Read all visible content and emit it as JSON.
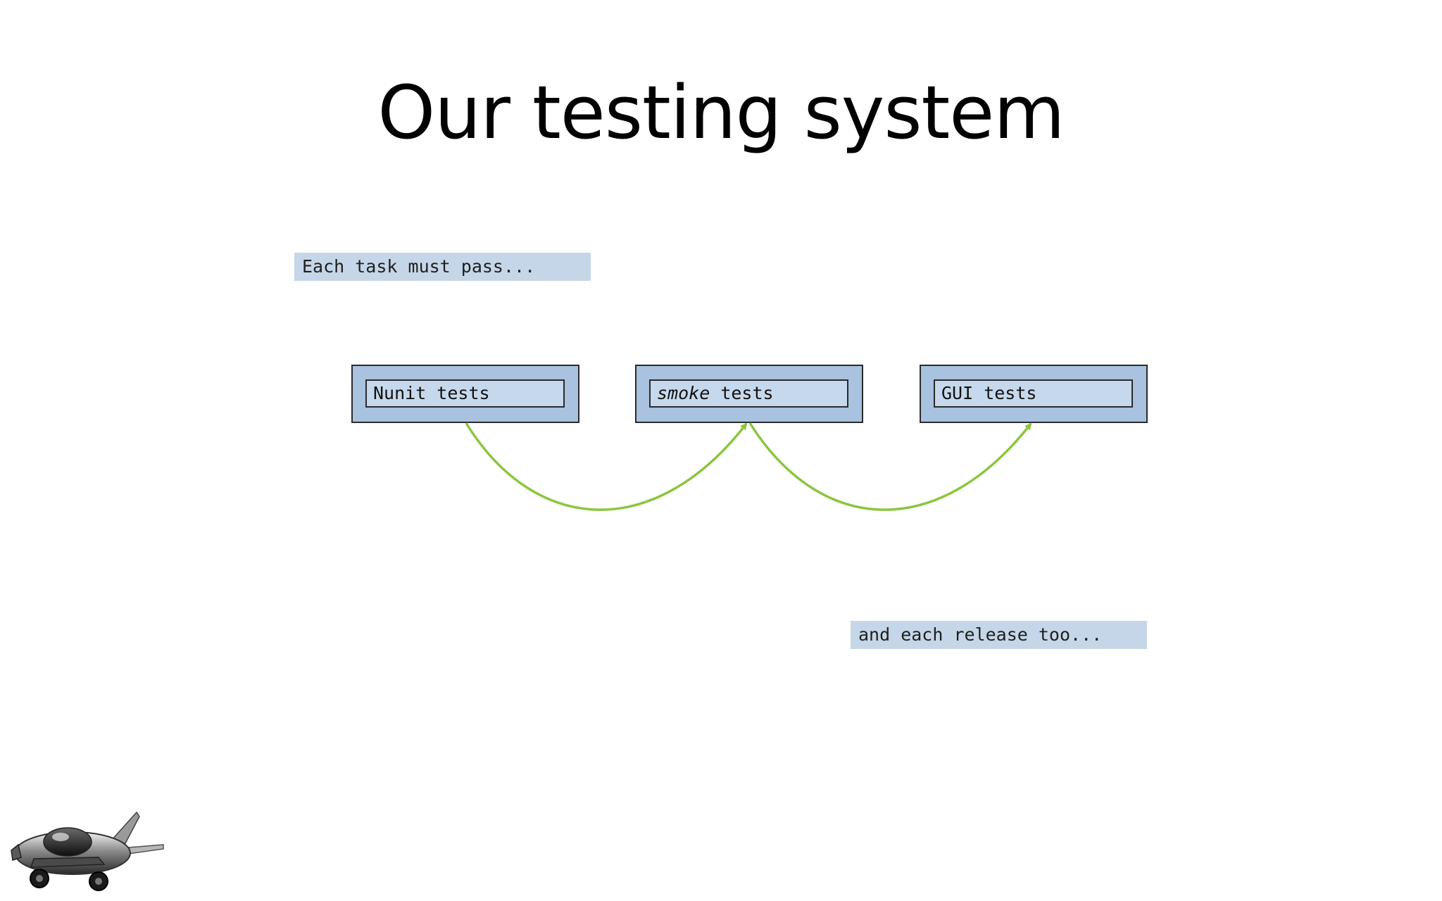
{
  "title": "Our testing system",
  "notes": {
    "top": "Each task must pass...",
    "bottom": "and each release too..."
  },
  "stages": [
    {
      "label_em": "",
      "label_rest": "Nunit tests"
    },
    {
      "label_em": "smoke",
      "label_rest": " tests"
    },
    {
      "label_em": "",
      "label_rest": "GUI tests"
    }
  ],
  "colors": {
    "box_fill": "#a8c2df",
    "inner_fill": "#c6d8ec",
    "note_fill": "#c5d6e8",
    "arrow": "#8cc63f",
    "border": "#2b2b2b"
  },
  "icons": {
    "mascot": "cartoon-airplane-icon"
  }
}
